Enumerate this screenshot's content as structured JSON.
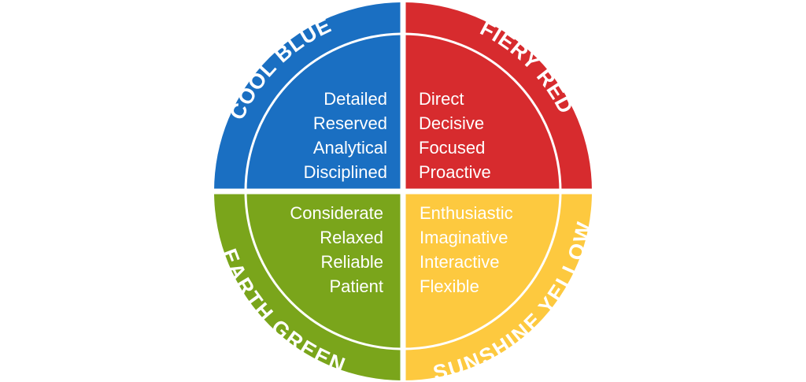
{
  "colors": {
    "blue": "#1a6fc2",
    "red": "#d72b2e",
    "green": "#7aa51b",
    "yellow": "#fdc93f",
    "divider": "#ffffff"
  },
  "quadrants": {
    "cool_blue": {
      "title": "COOL BLUE",
      "traits": [
        "Detailed",
        "Reserved",
        "Analytical",
        "Disciplined"
      ]
    },
    "fiery_red": {
      "title": "FIERY RED",
      "traits": [
        "Direct",
        "Decisive",
        "Focused",
        "Proactive"
      ]
    },
    "earth_green": {
      "title": "EARTH GREEN",
      "traits": [
        "Considerate",
        "Relaxed",
        "Reliable",
        "Patient"
      ]
    },
    "sunshine_yellow": {
      "title": "SUNSHINE YELLOW",
      "traits": [
        "Enthusiastic",
        "Imaginative",
        "Interactive",
        "Flexible"
      ]
    }
  }
}
